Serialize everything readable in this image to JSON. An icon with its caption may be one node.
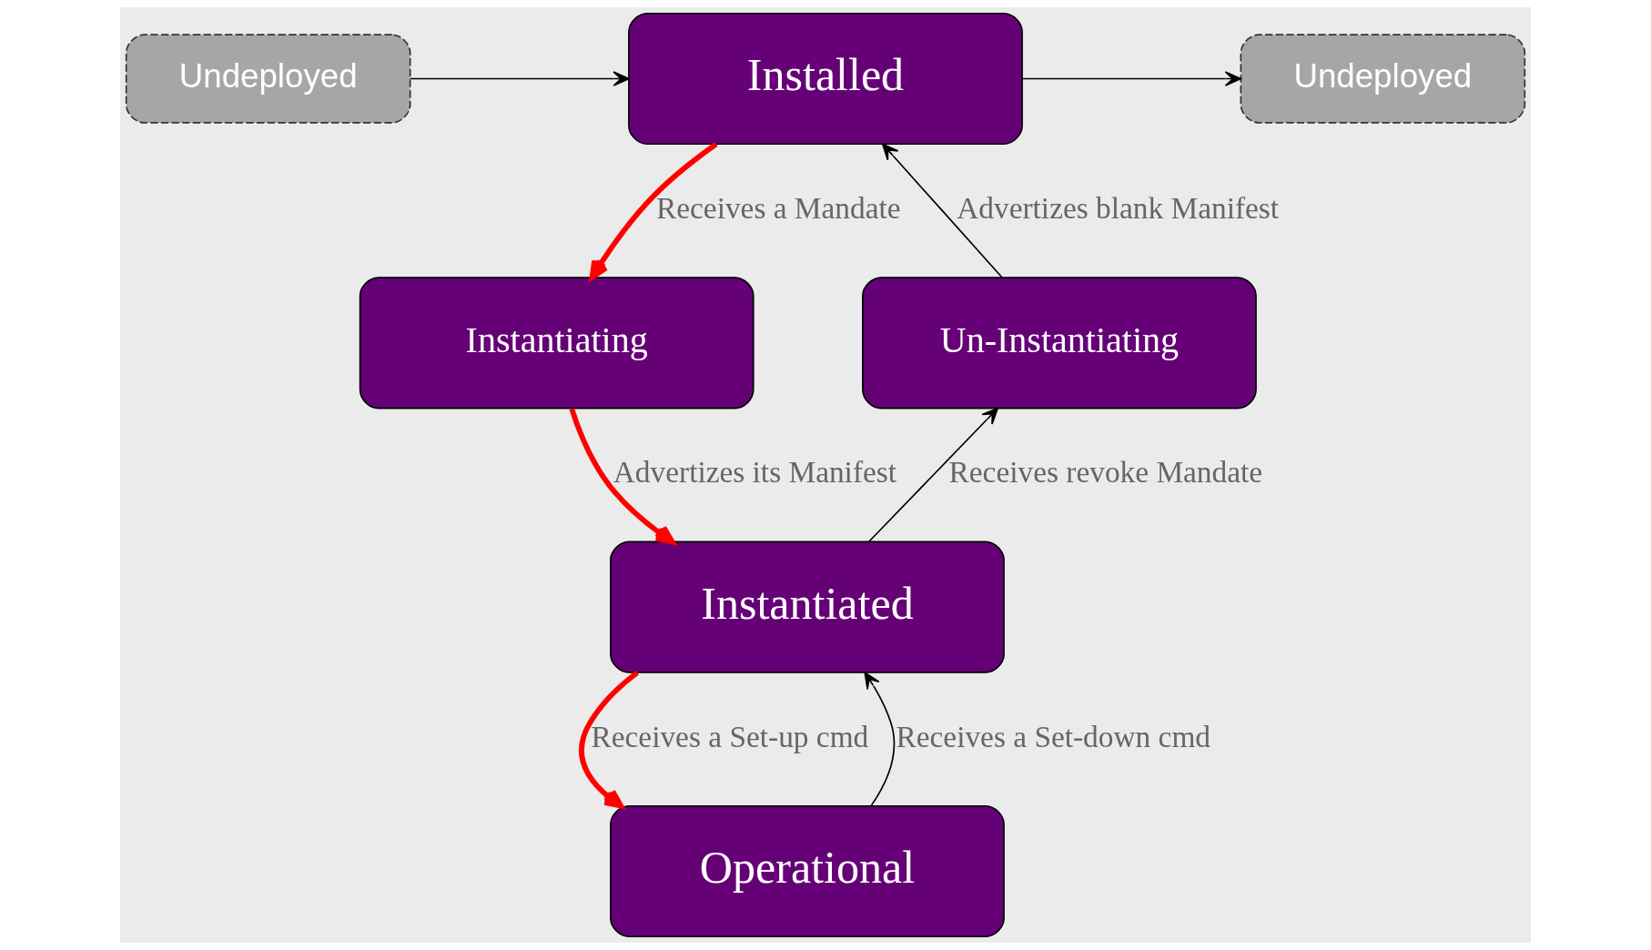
{
  "diagram": {
    "nodes": [
      {
        "text": [
          "Undeployed"
        ]
      },
      {
        "text": [
          "Installed"
        ]
      },
      {
        "text": [
          "Undeployed"
        ]
      },
      {
        "text": [
          "Un-Instantiating"
        ]
      },
      {
        "text": [
          "Instantiating"
        ]
      },
      {
        "text": [
          "Instantiated"
        ]
      },
      {
        "text": [
          "Operational"
        ]
      }
    ],
    "edges": [
      {
        "from": 0,
        "to": 1,
        "arrow": "to"
      },
      {
        "from": 1,
        "to": 2,
        "arrow": "to"
      },
      {
        "from": 1,
        "to": 4,
        "arrow": "to",
        "label": "Receives a Mandate",
        "style": "thick",
        "color": "#ff0000"
      },
      {
        "from": 4,
        "to": 5,
        "arrow": "to",
        "label": "Advertizes its Manifest",
        "style": "thick",
        "color": "#ff0000"
      },
      {
        "from": 5,
        "to": 6,
        "arrow": "to",
        "label": "Receives a Set-up cmd",
        "style": "thick",
        "color": "#ff0000"
      },
      {
        "from": 6,
        "to": 5,
        "arrow": "to",
        "label": "Receives a Set-down cmd"
      },
      {
        "from": 5,
        "to": 3,
        "arrow": "to",
        "label": "Receives revoke Mandate"
      },
      {
        "from": 3,
        "to": 1,
        "arrow": "to",
        "label": "Advertizes blank Manifest"
      }
    ]
  }
}
